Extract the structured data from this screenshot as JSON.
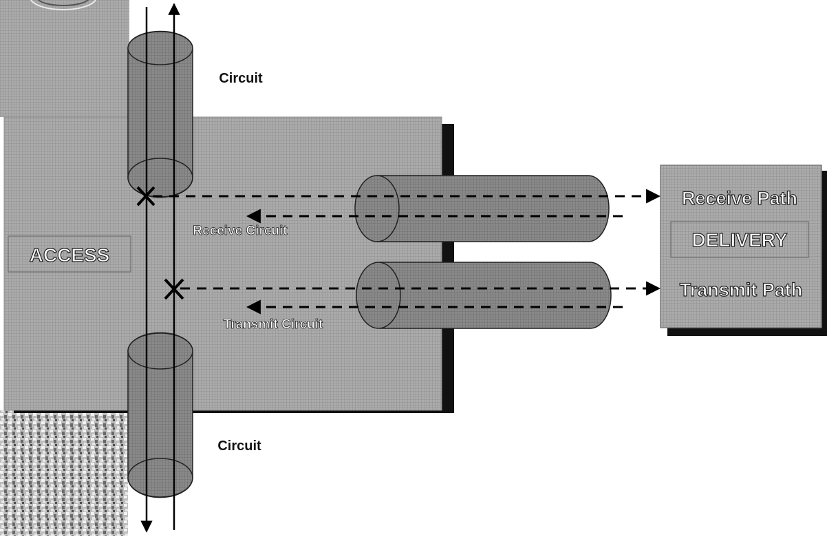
{
  "labels": {
    "circuit_top": "Circuit",
    "circuit_bottom": "Circuit",
    "access": "ACCESS",
    "receive_circuit": "Receive Circuit",
    "transmit_circuit": "Transmit Circuit",
    "receive_path": "Receive Path",
    "delivery": "DELIVERY",
    "transmit_path": "Transmit Path"
  },
  "colors": {
    "panel": "#a8a8a8",
    "pipe": "#8e8e8e",
    "shadow": "#111111",
    "white_text": "#ffffff",
    "dark_text": "#111111",
    "line": "#000000"
  },
  "icons": {
    "cross_connect": "x-mark-icon",
    "arrow": "arrow-head-icon",
    "seal": "seal-emblem-icon",
    "texture": "noise-texture-icon"
  }
}
